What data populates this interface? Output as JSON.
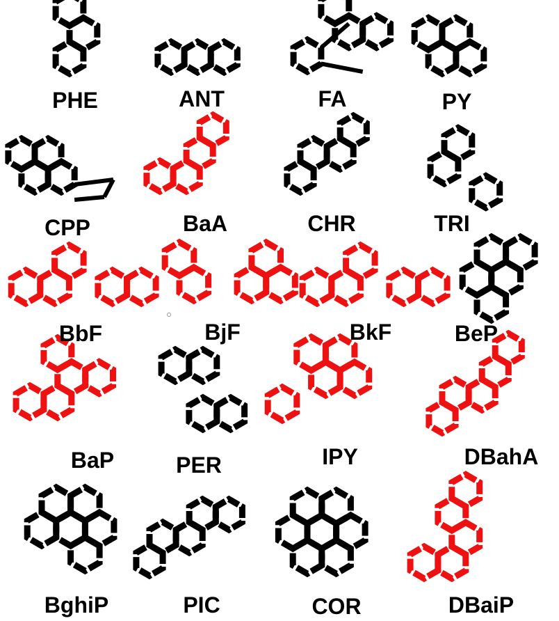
{
  "colors": {
    "black": "#000000",
    "red": "#ee1111",
    "background": "#ffffff"
  },
  "molecules": [
    {
      "id": "phe",
      "label": "PHE",
      "highlight": false
    },
    {
      "id": "ant",
      "label": "ANT",
      "highlight": false
    },
    {
      "id": "fa",
      "label": "FA",
      "highlight": false
    },
    {
      "id": "py",
      "label": "PY",
      "highlight": false
    },
    {
      "id": "cpp",
      "label": "CPP",
      "highlight": false
    },
    {
      "id": "baa",
      "label": "BaA",
      "highlight": true
    },
    {
      "id": "chr",
      "label": "CHR",
      "highlight": false
    },
    {
      "id": "tri",
      "label": "TRI",
      "highlight": false
    },
    {
      "id": "bbf",
      "label": "BbF",
      "highlight": true
    },
    {
      "id": "bjf",
      "label": "BjF",
      "highlight": true
    },
    {
      "id": "bkf",
      "label": "BkF",
      "highlight": true
    },
    {
      "id": "bep",
      "label": "BeP",
      "highlight": false
    },
    {
      "id": "bap",
      "label": "BaP",
      "highlight": true
    },
    {
      "id": "per",
      "label": "PER",
      "highlight": false
    },
    {
      "id": "ipy",
      "label": "IPY",
      "highlight": true
    },
    {
      "id": "dbaha",
      "label": "DBahA",
      "highlight": true
    },
    {
      "id": "bghip",
      "label": "BghiP",
      "highlight": false
    },
    {
      "id": "pic",
      "label": "PIC",
      "highlight": false
    },
    {
      "id": "cor",
      "label": "COR",
      "highlight": false
    },
    {
      "id": "dbaip",
      "label": "DBaiP",
      "highlight": true
    }
  ]
}
